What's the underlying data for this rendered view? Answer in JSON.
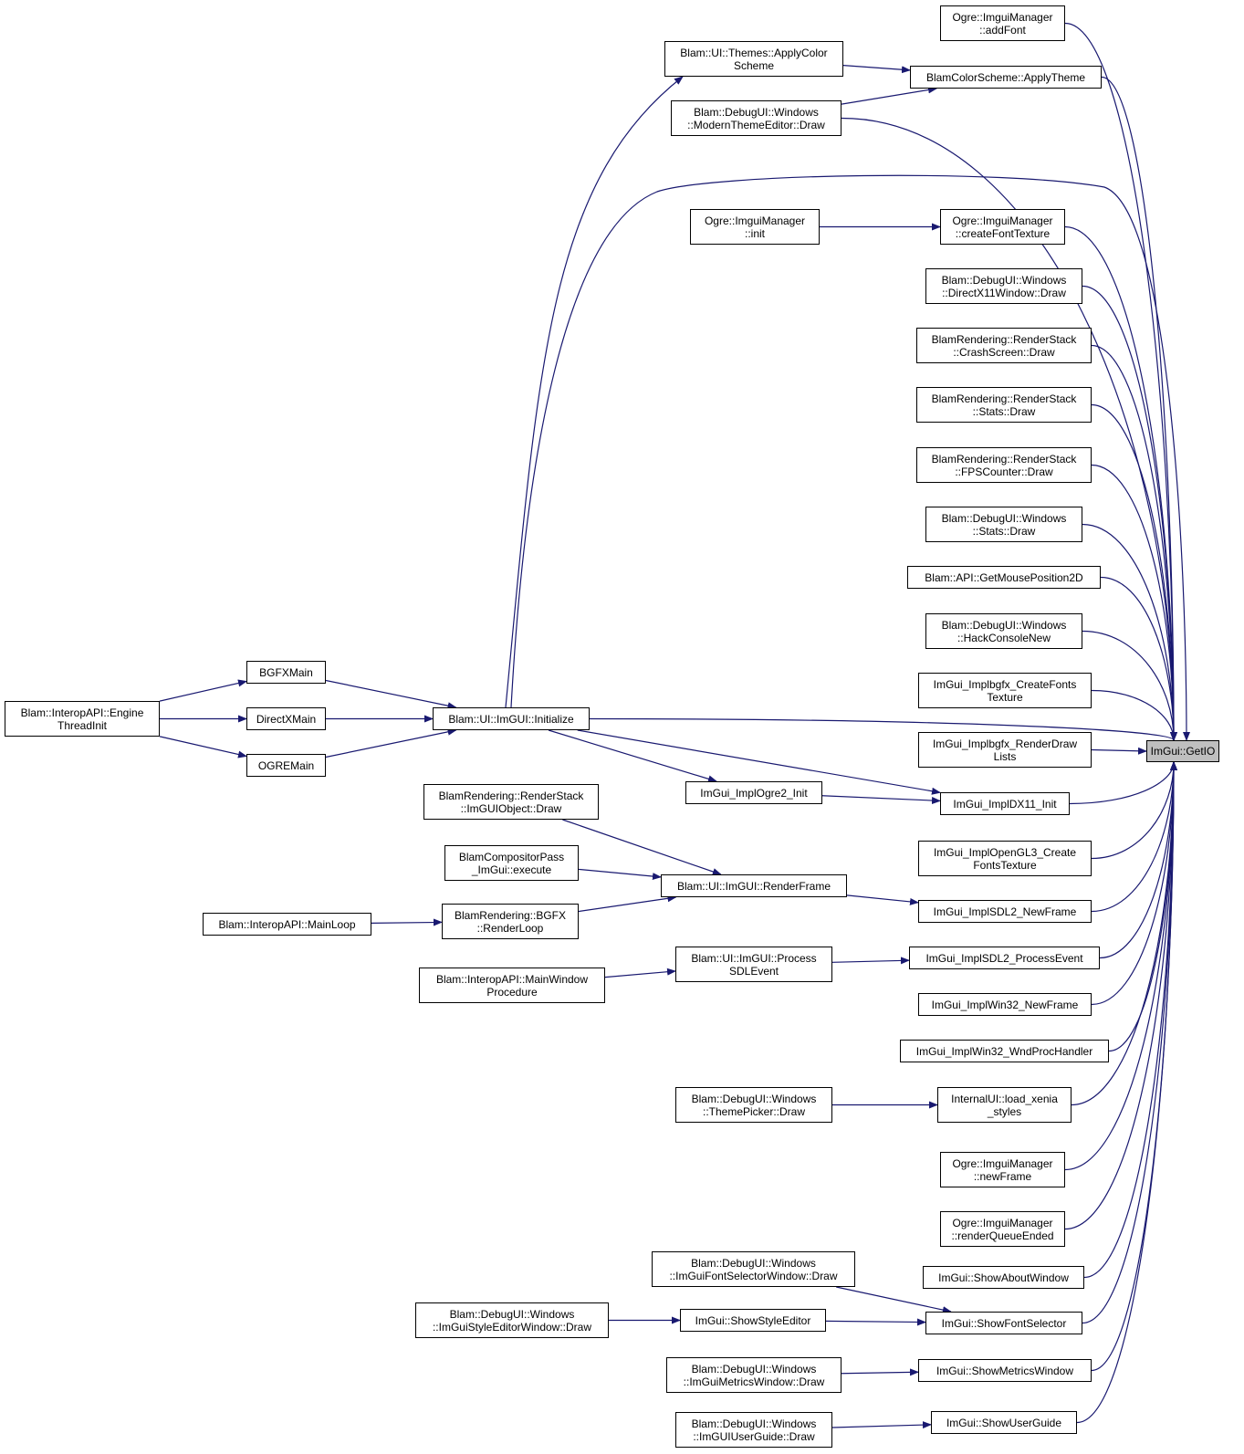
{
  "colors": {
    "edge": "#191970",
    "node_border": "#000000",
    "target_fill": "#bfbfbf",
    "node_fill": "#ffffff"
  },
  "nodes": {
    "getio": [
      "ImGui::GetIO"
    ],
    "addfont": [
      "Ogre::ImguiManager",
      "::addFont"
    ],
    "applytheme": [
      "BlamColorScheme::ApplyTheme"
    ],
    "applycolorscheme": [
      "Blam::UI::Themes::ApplyColor",
      "Scheme"
    ],
    "modernthemeeditor": [
      "Blam::DebugUI::Windows",
      "::ModernThemeEditor::Draw"
    ],
    "ogreinit": [
      "Ogre::ImguiManager",
      "::init"
    ],
    "createfonttexture": [
      "Ogre::ImguiManager",
      "::createFontTexture"
    ],
    "dx11window": [
      "Blam::DebugUI::Windows",
      "::DirectX11Window::Draw"
    ],
    "crashscreen": [
      "BlamRendering::RenderStack",
      "::CrashScreen::Draw"
    ],
    "rsstats": [
      "BlamRendering::RenderStack",
      "::Stats::Draw"
    ],
    "fpscounter": [
      "BlamRendering::RenderStack",
      "::FPSCounter::Draw"
    ],
    "winstats": [
      "Blam::DebugUI::Windows",
      "::Stats::Draw"
    ],
    "getmouse": [
      "Blam::API::GetMousePosition2D"
    ],
    "hackconsole": [
      "Blam::DebugUI::Windows",
      "::HackConsoleNew"
    ],
    "bgfxcreatefonts": [
      "ImGui_Implbgfx_CreateFonts",
      "Texture"
    ],
    "bgfxrender": [
      "ImGui_Implbgfx_RenderDraw",
      "Lists"
    ],
    "dx11init": [
      "ImGui_ImplDX11_Init"
    ],
    "ogre2init": [
      "ImGui_ImplOgre2_Init"
    ],
    "opengl3": [
      "ImGui_ImplOpenGL3_Create",
      "FontsTexture"
    ],
    "sdl2newframe": [
      "ImGui_ImplSDL2_NewFrame"
    ],
    "sdl2processevent": [
      "ImGui_ImplSDL2_ProcessEvent"
    ],
    "win32newframe": [
      "ImGui_ImplWin32_NewFrame"
    ],
    "win32wndproc": [
      "ImGui_ImplWin32_WndProcHandler"
    ],
    "loadxenia": [
      "InternalUI::load_xenia",
      "_styles"
    ],
    "themepicker": [
      "Blam::DebugUI::Windows",
      "::ThemePicker::Draw"
    ],
    "ogrenewframe": [
      "Ogre::ImguiManager",
      "::newFrame"
    ],
    "renderqueueended": [
      "Ogre::ImguiManager",
      "::renderQueueEnded"
    ],
    "showabout": [
      "ImGui::ShowAboutWindow"
    ],
    "showfontselector": [
      "ImGui::ShowFontSelector"
    ],
    "fontselectorwindow": [
      "Blam::DebugUI::Windows",
      "::ImGuiFontSelectorWindow::Draw"
    ],
    "showstyleeditor": [
      "ImGui::ShowStyleEditor"
    ],
    "styleeditorwindow": [
      "Blam::DebugUI::Windows",
      "::ImGuiStyleEditorWindow::Draw"
    ],
    "showmetrics": [
      "ImGui::ShowMetricsWindow"
    ],
    "metricswindow": [
      "Blam::DebugUI::Windows",
      "::ImGuiMetricsWindow::Draw"
    ],
    "showuserguide": [
      "ImGui::ShowUserGuide"
    ],
    "userguide": [
      "Blam::DebugUI::Windows",
      "::ImGUIUserGuide::Draw"
    ],
    "initialize": [
      "Blam::UI::ImGUI::Initialize"
    ],
    "bgfxmain": [
      "BGFXMain"
    ],
    "directxmain": [
      "DirectXMain"
    ],
    "ogremain": [
      "OGREMain"
    ],
    "enginethreadinit": [
      "Blam::InteropAPI::Engine",
      "ThreadInit"
    ],
    "renderframe": [
      "Blam::UI::ImGUI::RenderFrame"
    ],
    "imguiobject": [
      "BlamRendering::RenderStack",
      "::ImGUIObject::Draw"
    ],
    "compositorpass": [
      "BlamCompositorPass",
      "_ImGui::execute"
    ],
    "renderloop": [
      "BlamRendering::BGFX",
      "::RenderLoop"
    ],
    "mainloop": [
      "Blam::InteropAPI::MainLoop"
    ],
    "processsdlevent": [
      "Blam::UI::ImGUI::Process",
      "SDLEvent"
    ],
    "mainwindowproc": [
      "Blam::InteropAPI::MainWindow",
      "Procedure"
    ]
  },
  "edges": [
    [
      "addfont",
      "getio"
    ],
    [
      "applytheme",
      "getio"
    ],
    [
      "modernthemeeditor",
      "getio"
    ],
    [
      "initialize",
      "getio"
    ],
    [
      "createfonttexture",
      "getio"
    ],
    [
      "dx11window",
      "getio"
    ],
    [
      "crashscreen",
      "getio"
    ],
    [
      "rsstats",
      "getio"
    ],
    [
      "fpscounter",
      "getio"
    ],
    [
      "winstats",
      "getio"
    ],
    [
      "getmouse",
      "getio"
    ],
    [
      "hackconsole",
      "getio"
    ],
    [
      "bgfxcreatefonts",
      "getio"
    ],
    [
      "bgfxrender",
      "getio"
    ],
    [
      "dx11init",
      "getio"
    ],
    [
      "opengl3",
      "getio"
    ],
    [
      "sdl2newframe",
      "getio"
    ],
    [
      "sdl2processevent",
      "getio"
    ],
    [
      "win32newframe",
      "getio"
    ],
    [
      "win32wndproc",
      "getio"
    ],
    [
      "loadxenia",
      "getio"
    ],
    [
      "ogrenewframe",
      "getio"
    ],
    [
      "renderqueueended",
      "getio"
    ],
    [
      "showabout",
      "getio"
    ],
    [
      "showfontselector",
      "getio"
    ],
    [
      "showmetrics",
      "getio"
    ],
    [
      "showuserguide",
      "getio"
    ],
    [
      "applycolorscheme",
      "applytheme"
    ],
    [
      "modernthemeeditor",
      "applytheme"
    ],
    [
      "initialize",
      "applycolorscheme"
    ],
    [
      "ogreinit",
      "createfonttexture"
    ],
    [
      "initialize",
      "dx11init"
    ],
    [
      "initialize",
      "ogre2init"
    ],
    [
      "ogre2init",
      "dx11init"
    ],
    [
      "bgfxmain",
      "initialize"
    ],
    [
      "directxmain",
      "initialize"
    ],
    [
      "ogremain",
      "initialize"
    ],
    [
      "enginethreadinit",
      "bgfxmain"
    ],
    [
      "enginethreadinit",
      "directxmain"
    ],
    [
      "enginethreadinit",
      "ogremain"
    ],
    [
      "renderframe",
      "sdl2newframe"
    ],
    [
      "imguiobject",
      "renderframe"
    ],
    [
      "compositorpass",
      "renderframe"
    ],
    [
      "renderloop",
      "renderframe"
    ],
    [
      "mainloop",
      "renderloop"
    ],
    [
      "processsdlevent",
      "sdl2processevent"
    ],
    [
      "mainwindowproc",
      "processsdlevent"
    ],
    [
      "themepicker",
      "loadxenia"
    ],
    [
      "fontselectorwindow",
      "showfontselector"
    ],
    [
      "showstyleeditor",
      "showfontselector"
    ],
    [
      "styleeditorwindow",
      "showstyleeditor"
    ],
    [
      "metricswindow",
      "showmetrics"
    ],
    [
      "userguide",
      "showuserguide"
    ]
  ]
}
